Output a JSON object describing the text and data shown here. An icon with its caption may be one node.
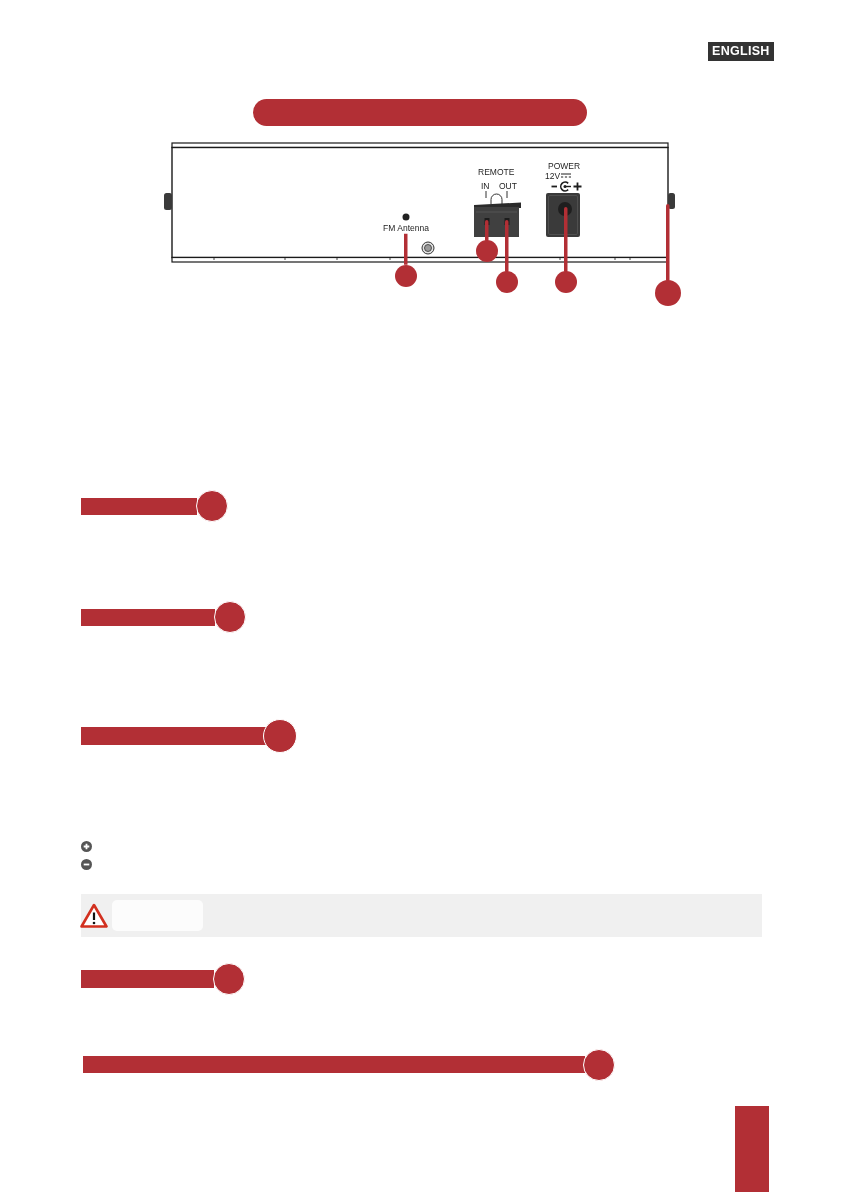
{
  "diagram": {
    "nodes": [
      {
        "text": [],
        "shape": "bar"
      },
      {
        "text": [
          "FM Antenna"
        ]
      },
      {
        "text": [],
        "shape": "circle"
      },
      {
        "text": [],
        "shape": "circle"
      },
      {
        "text": [],
        "shape": "circle"
      },
      {
        "text": [],
        "shape": "circle"
      },
      {
        "text": [],
        "shape": "circle"
      },
      {
        "text": [],
        "shape": "bar"
      },
      {
        "text": [],
        "shape": "bar"
      },
      {
        "text": [],
        "shape": "bar"
      },
      {
        "text": [],
        "shape": "box"
      },
      {
        "text": [],
        "shape": "box",
        "in": 10
      },
      {
        "text": [],
        "shape": "bar"
      },
      {
        "text": [],
        "shape": "bar"
      },
      {
        "text": [],
        "shape": "box"
      }
    ],
    "edges": [
      {
        "from": 2,
        "to": 1,
        "arrow": "none"
      },
      {
        "from": 3,
        "to": null,
        "arrow": "none"
      },
      {
        "from": 4,
        "to": null,
        "arrow": "none"
      },
      {
        "from": 5,
        "to": null,
        "arrow": "none"
      },
      {
        "from": 6,
        "to": null,
        "arrow": "none"
      }
    ],
    "labels": [
      "ENGLISH",
      "REMOTE",
      "IN",
      "OUT",
      "POWER",
      "12V"
    ]
  }
}
